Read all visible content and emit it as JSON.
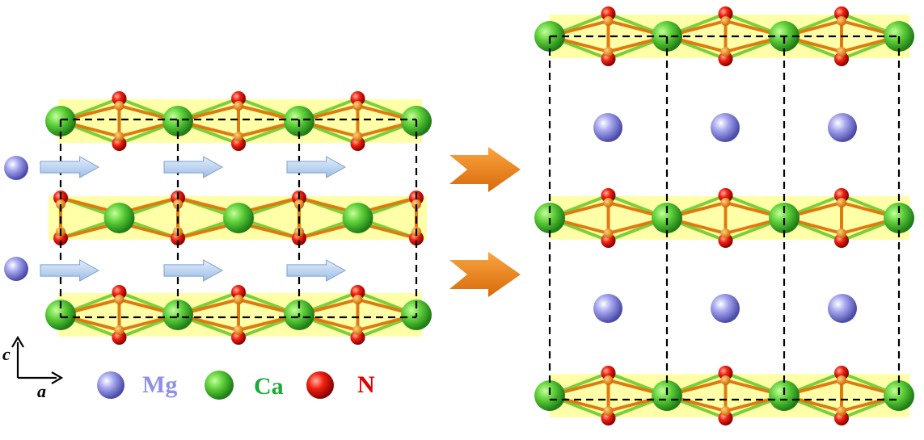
{
  "legend": {
    "mg": {
      "label": "Mg",
      "color": "#8f8fe6"
    },
    "ca": {
      "label": "Ca",
      "color": "#1fa83c"
    },
    "n": {
      "label": "N",
      "color": "#e00000"
    }
  },
  "axes": {
    "c_label": "c",
    "a_label": "a"
  },
  "colors": {
    "layer_band": "#ffff99",
    "bond_orange": "#e07a10",
    "bond_green": "#7ccf3a",
    "arrow_blue": "#b9d3ef",
    "arrow_orange": "#f08a1c",
    "cell_line": "#000000"
  },
  "panels": {
    "left": {
      "description_icon": "shift-arrows"
    },
    "right": {
      "description_icon": "stacked-structure"
    }
  }
}
